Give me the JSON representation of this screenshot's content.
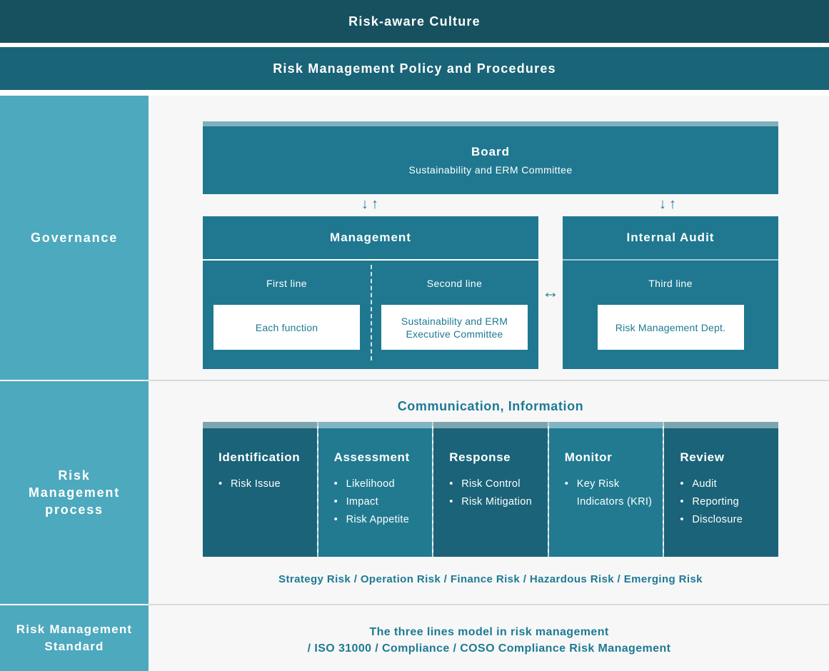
{
  "banners": {
    "culture": "Risk-aware Culture",
    "policy": "Risk Management Policy and Procedures"
  },
  "sidebar": {
    "sections": [
      {
        "label": "Governance"
      },
      {
        "label": "Risk Management process"
      },
      {
        "label": "Risk Management Standard"
      }
    ]
  },
  "governance": {
    "board": {
      "title": "Board",
      "subtitle": "Sustainability and ERM Committee"
    },
    "arrows": {
      "down": "↓",
      "up": "↑",
      "both": "↔"
    },
    "management": {
      "title": "Management",
      "lines": [
        {
          "label": "First line",
          "box": "Each function"
        },
        {
          "label": "Second line",
          "box": "Sustainability and ERM Executive Committee"
        }
      ]
    },
    "internal_audit": {
      "title": "Internal Audit",
      "line_label": "Third line",
      "box": "Risk Management Dept."
    }
  },
  "process": {
    "title": "Communication, Information",
    "columns": [
      {
        "title": "Identification",
        "items": [
          "Risk Issue"
        ]
      },
      {
        "title": "Assessment",
        "items": [
          "Likelihood",
          "Impact",
          "Risk Appetite"
        ]
      },
      {
        "title": "Response",
        "items": [
          "Risk Control",
          "Risk Mitigation"
        ]
      },
      {
        "title": "Monitor",
        "items": [
          "Key Risk Indicators (KRI)"
        ]
      },
      {
        "title": "Review",
        "items": [
          "Audit",
          "Reporting",
          "Disclosure"
        ]
      }
    ],
    "risk_types": "Strategy Risk / Operation Risk / Finance Risk / Hazardous Risk / Emerging Risk"
  },
  "standard": {
    "line1": "The three lines model in risk management",
    "line2": "/ ISO 31000 / Compliance / COSO Compliance Risk Management"
  },
  "colors": {
    "banner1_bg": "#17515F",
    "banner2_bg": "#1A6478",
    "sidebar_bg": "#4DA9BD",
    "main_bg": "#F7F7F8",
    "box_teal": "#1F7890",
    "column_dark": "#1A6378",
    "column_light": "#217A90",
    "strip_light": "#7FB0BF",
    "accent_text": "#1E7A93"
  }
}
